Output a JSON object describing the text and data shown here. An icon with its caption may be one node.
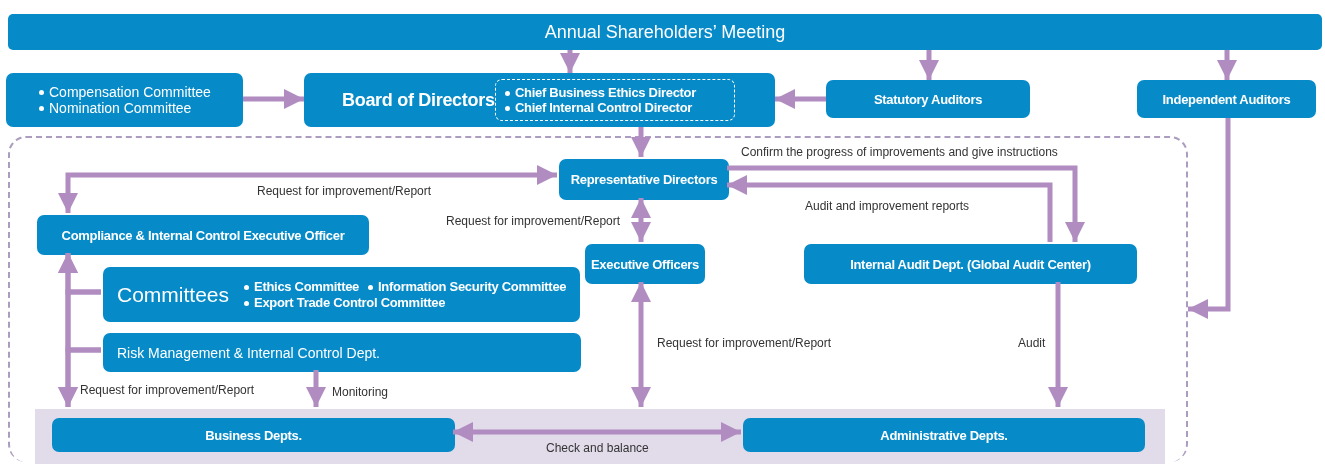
{
  "diagram": {
    "nodes": [
      {
        "text": [
          "Annual Shareholders’ Meeting"
        ]
      },
      {
        "text": [
          "Compensation Committee",
          "Nomination Committee"
        ]
      },
      {
        "text": [
          "Board of Directors"
        ]
      },
      {
        "text": [
          "Chief Business Ethics Director",
          "Chief Internal Control Director"
        ],
        "in": 2
      },
      {
        "text": [
          "Statutory Auditors"
        ]
      },
      {
        "text": [
          "Independent Auditors"
        ]
      },
      {
        "text": [],
        "shape": "box"
      },
      {
        "text": [
          "Representative Directors"
        ],
        "in": 6
      },
      {
        "text": [
          "Compliance & Internal Control Executive Officer"
        ],
        "in": 6
      },
      {
        "text": [
          "Committees",
          "Ethics Committee",
          "Information Security Committee",
          "Export Trade Control Committee"
        ],
        "in": 6
      },
      {
        "text": [
          "Risk Management & Internal Control Dept."
        ],
        "in": 6
      },
      {
        "text": [
          "Executive Officers"
        ],
        "in": 6
      },
      {
        "text": [
          "Internal Audit Dept. (Global Audit Center)"
        ],
        "in": 6
      },
      {
        "text": [],
        "shape": "box",
        "in": 6
      },
      {
        "text": [
          "Business Depts."
        ],
        "in": 13
      },
      {
        "text": [
          "Administrative Depts."
        ],
        "in": 13
      }
    ],
    "edges": [
      {
        "from": 0,
        "to": 2,
        "arrow": "to"
      },
      {
        "from": 0,
        "to": 4,
        "arrow": "to"
      },
      {
        "from": 0,
        "to": 5,
        "arrow": "to"
      },
      {
        "from": 1,
        "to": 2,
        "arrow": "to"
      },
      {
        "from": 4,
        "to": 2,
        "arrow": "to"
      },
      {
        "from": 2,
        "to": 7,
        "arrow": "to"
      },
      {
        "from": 7,
        "to": 8,
        "arrow": "both",
        "label": "Request for improvement/Report"
      },
      {
        "from": 7,
        "to": 12,
        "arrow": "to",
        "label": "Confirm the progress of improvements and give instructions"
      },
      {
        "from": 12,
        "to": 7,
        "arrow": "to",
        "label": "Audit and improvement reports"
      },
      {
        "from": 7,
        "to": 11,
        "arrow": "both",
        "label": "Request for improvement/Report"
      },
      {
        "from": 9,
        "to": 8,
        "arrow": "to"
      },
      {
        "from": 10,
        "to": 8,
        "arrow": "to"
      },
      {
        "from": 9,
        "to": 13,
        "arrow": "to"
      },
      {
        "from": 10,
        "to": 13,
        "arrow": "to",
        "label": "Request for improvement/Report"
      },
      {
        "from": 10,
        "to": 13,
        "arrow": "to",
        "label": "Monitoring"
      },
      {
        "from": 11,
        "to": 13,
        "arrow": "both",
        "label": "Request for improvement/Report"
      },
      {
        "from": 12,
        "to": 13,
        "arrow": "to",
        "label": "Audit"
      },
      {
        "from": 14,
        "to": 15,
        "arrow": "both",
        "label": "Check and balance"
      },
      {
        "from": 5,
        "to": 6,
        "arrow": "to"
      }
    ]
  }
}
